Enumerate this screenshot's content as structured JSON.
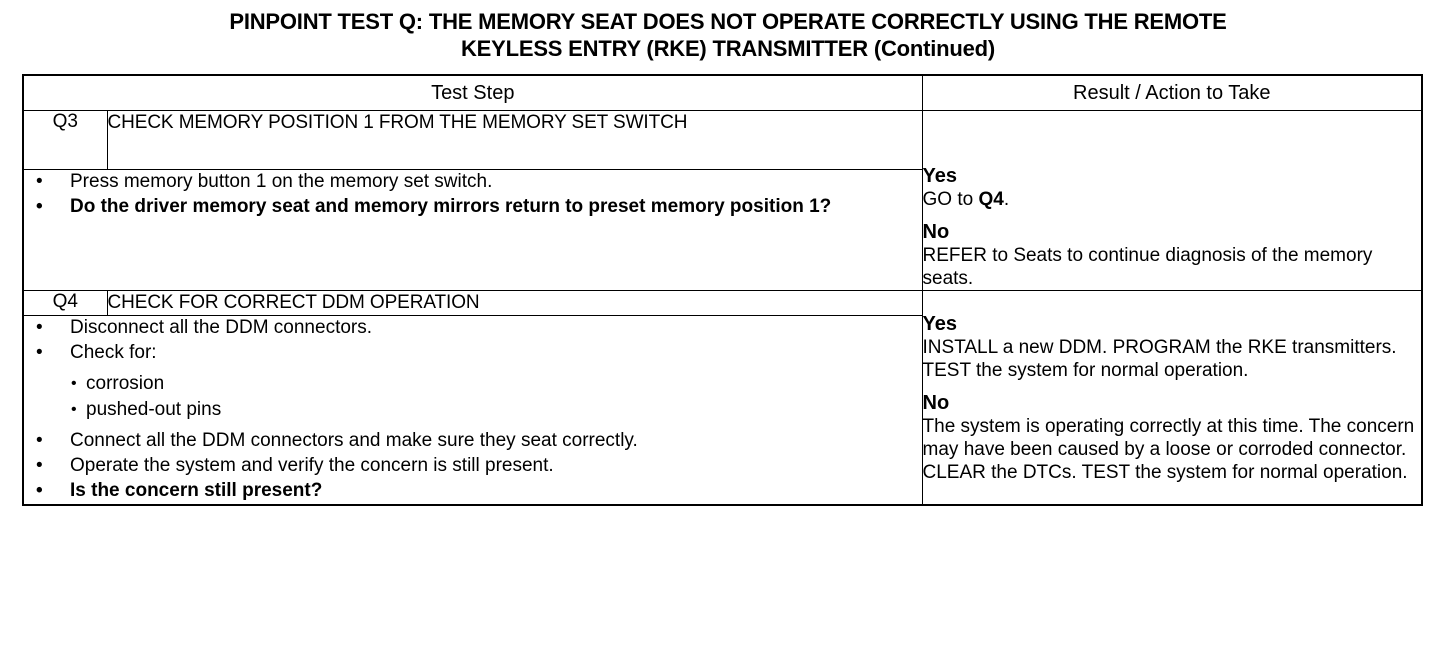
{
  "title": {
    "line1": "PINPOINT TEST Q: THE MEMORY SEAT DOES NOT OPERATE CORRECTLY USING THE REMOTE",
    "line2": "KEYLESS ENTRY (RKE) TRANSMITTER (Continued)"
  },
  "table": {
    "headers": {
      "test_step": "Test Step",
      "result_action": "Result / Action to Take"
    },
    "bullet_glyph": "•",
    "sub_bullet_glyph": "•",
    "rows": [
      {
        "id": "Q3",
        "heading": "CHECK MEMORY POSITION 1 FROM THE MEMORY SET SWITCH",
        "steps": [
          "Press memory button 1 on the memory set switch.",
          "Do the driver memory seat and memory mirrors return to preset memory position 1?"
        ],
        "results": {
          "yes_label": "Yes",
          "yes_text_pre": "GO to ",
          "yes_text_bold": "Q4",
          "yes_text_post": ".",
          "no_label": "No",
          "no_text": "REFER to Seats to continue diagnosis of the memory seats."
        }
      },
      {
        "id": "Q4",
        "heading": "CHECK FOR CORRECT DDM OPERATION",
        "steps": [
          "Disconnect all the DDM connectors.",
          "Check for:",
          "Connect all the DDM connectors and make sure they seat correctly.",
          "Operate the system and verify the concern is still present.",
          "Is the concern still present?"
        ],
        "sub_steps": [
          "corrosion",
          "pushed-out pins"
        ],
        "results": {
          "yes_label": "Yes",
          "yes_text": "INSTALL a new DDM. PROGRAM the RKE transmitters. TEST the system for normal operation.",
          "no_label": "No",
          "no_text": "The system is operating correctly at this time. The concern may have been caused by a loose or corroded connector. CLEAR the DTCs. TEST the system for normal operation."
        }
      }
    ]
  },
  "colors": {
    "text": "#000000",
    "background": "#ffffff",
    "border": "#000000"
  }
}
